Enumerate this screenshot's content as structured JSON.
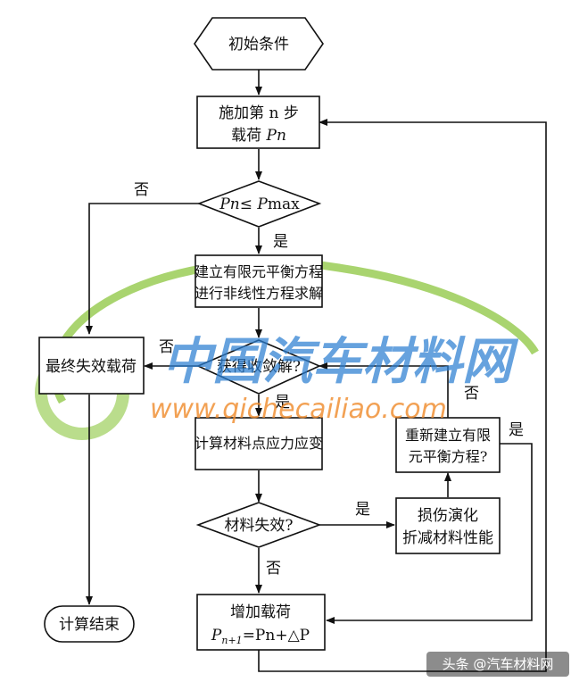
{
  "nodes": {
    "start": "初始条件",
    "apply_load_1": "施加第 n 步",
    "apply_load_2_prefix": "载荷 ",
    "apply_load_2_var": "Pn",
    "check_pmax_var1": "Pn",
    "check_pmax_op": "≤ ",
    "check_pmax_var2": "P",
    "check_pmax_sub": "max",
    "build_eq_1": "建立有限元平衡方程",
    "build_eq_2": "进行非线性方程求解",
    "converged": "获得收敛解?",
    "final_load": "最终失效载荷",
    "compute_stress": "计算材料点应力应变",
    "rebuild_1": "重新建立有限",
    "rebuild_2": "元平衡方程?",
    "material_fail": "材料失效?",
    "damage_1": "损伤演化",
    "damage_2": "折减材料性能",
    "increase_1": "增加载荷",
    "increase_2_p": "P",
    "increase_2_sub": "n+1",
    "increase_2_rest": "=Pn+△P",
    "end": "计算结束"
  },
  "edge_labels": {
    "pmax_no": "否",
    "pmax_yes": "是",
    "converged_no": "否",
    "converged_yes": "是",
    "rebuild_no": "否",
    "rebuild_yes": "是",
    "fail_yes": "是",
    "fail_no": "否"
  },
  "watermark": {
    "chinese": "中国汽车材料网",
    "url": "www.qichecailiao.com"
  },
  "credit": "头条 @汽车材料网",
  "colors": {
    "line": "#111111",
    "watermark_blue": "#2c7fd2",
    "watermark_orange": "#f08a2a",
    "watermark_green": "#8cc63f"
  }
}
